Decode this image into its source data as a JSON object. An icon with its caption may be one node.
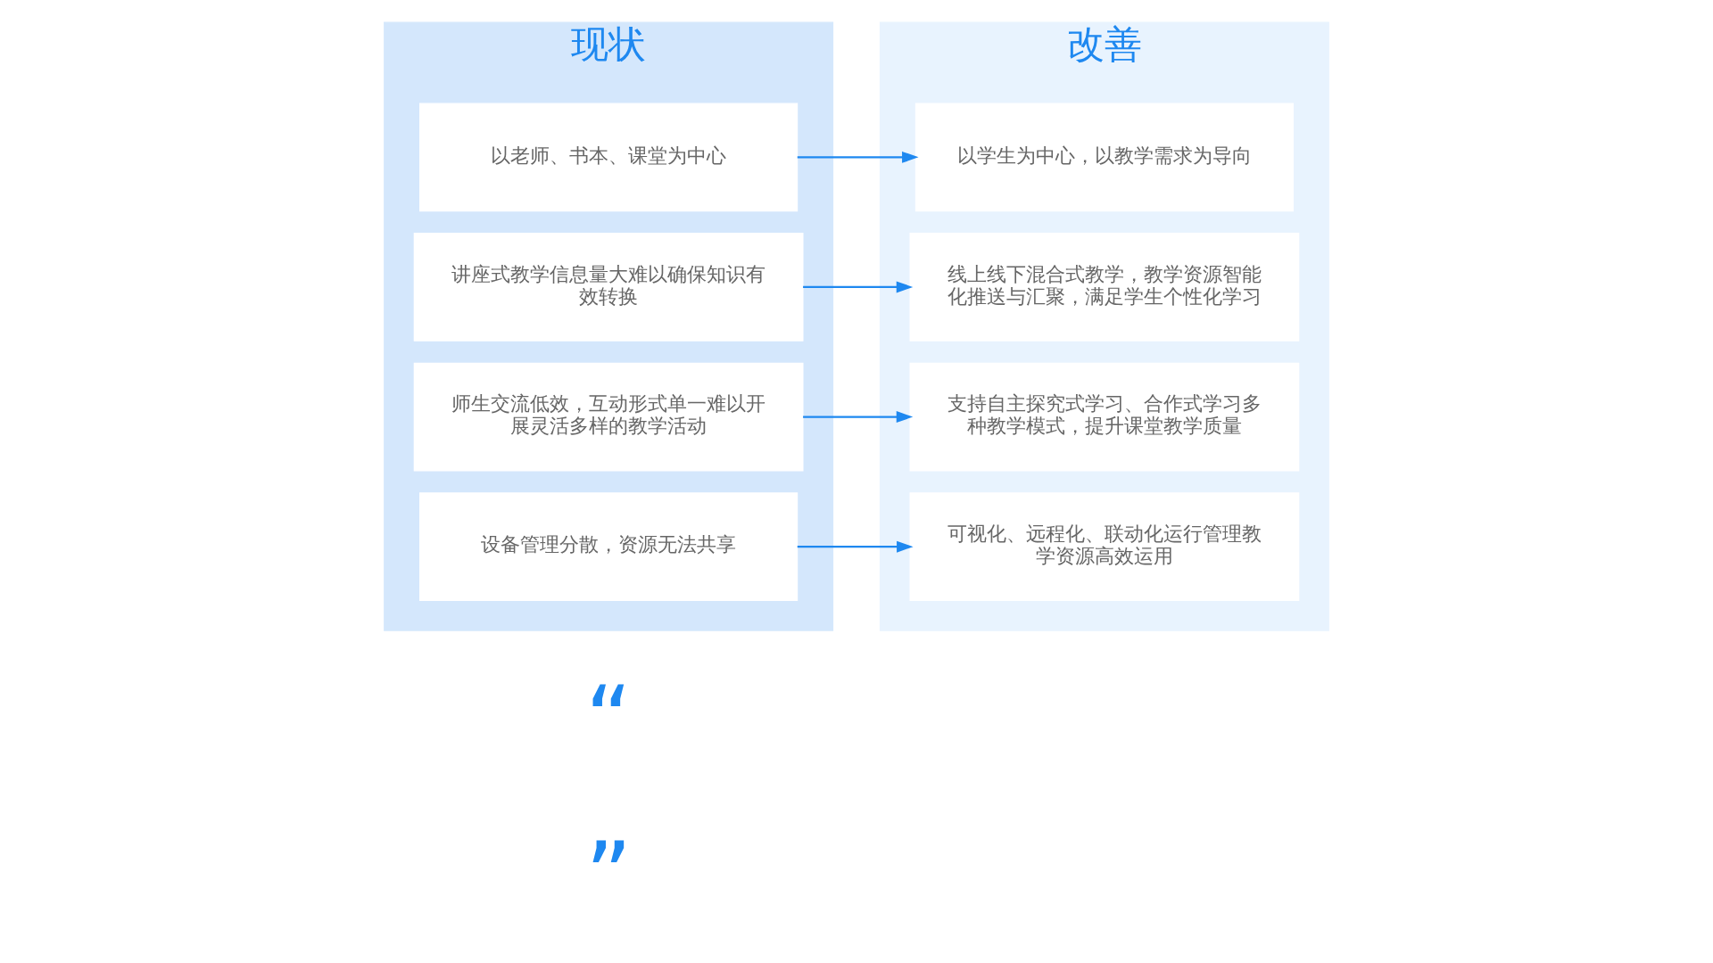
{
  "diagram": {
    "nodes": [
      {
        "text": [
          "现状"
        ]
      },
      {
        "text": [
          "以老师、书本、课堂为中心"
        ],
        "in": 0
      },
      {
        "text": [
          "讲座式教学信息量大难以确保知识有效转换"
        ],
        "in": 0
      },
      {
        "text": [
          "师生交流低效，互动形式单一难以开展灵活多样的教学活动"
        ],
        "in": 0
      },
      {
        "text": [
          "设备管理分散，资源无法共享"
        ],
        "in": 0
      },
      {
        "text": [
          "改善"
        ]
      },
      {
        "text": [
          "以学生为中心，以教学需求为导向"
        ],
        "in": 5
      },
      {
        "text": [
          "线上线下混合式教学，教学资源智能化推送与汇聚，满足学生个性化学习"
        ],
        "in": 5
      },
      {
        "text": [
          "支持自主探究式学习、合作式学习多种教学模式，提升课堂教学质量"
        ],
        "in": 5
      },
      {
        "text": [
          "可视化、远程化、联动化运行管理教学资源高效运用"
        ],
        "in": 5
      }
    ],
    "edges": [
      {
        "from": 1,
        "to": 6,
        "arrow": "to"
      },
      {
        "from": 2,
        "to": 7,
        "arrow": "to"
      },
      {
        "from": 3,
        "to": 8,
        "arrow": "to"
      },
      {
        "from": 4,
        "to": 9,
        "arrow": "to"
      }
    ],
    "labels": [
      "“",
      "”"
    ]
  }
}
